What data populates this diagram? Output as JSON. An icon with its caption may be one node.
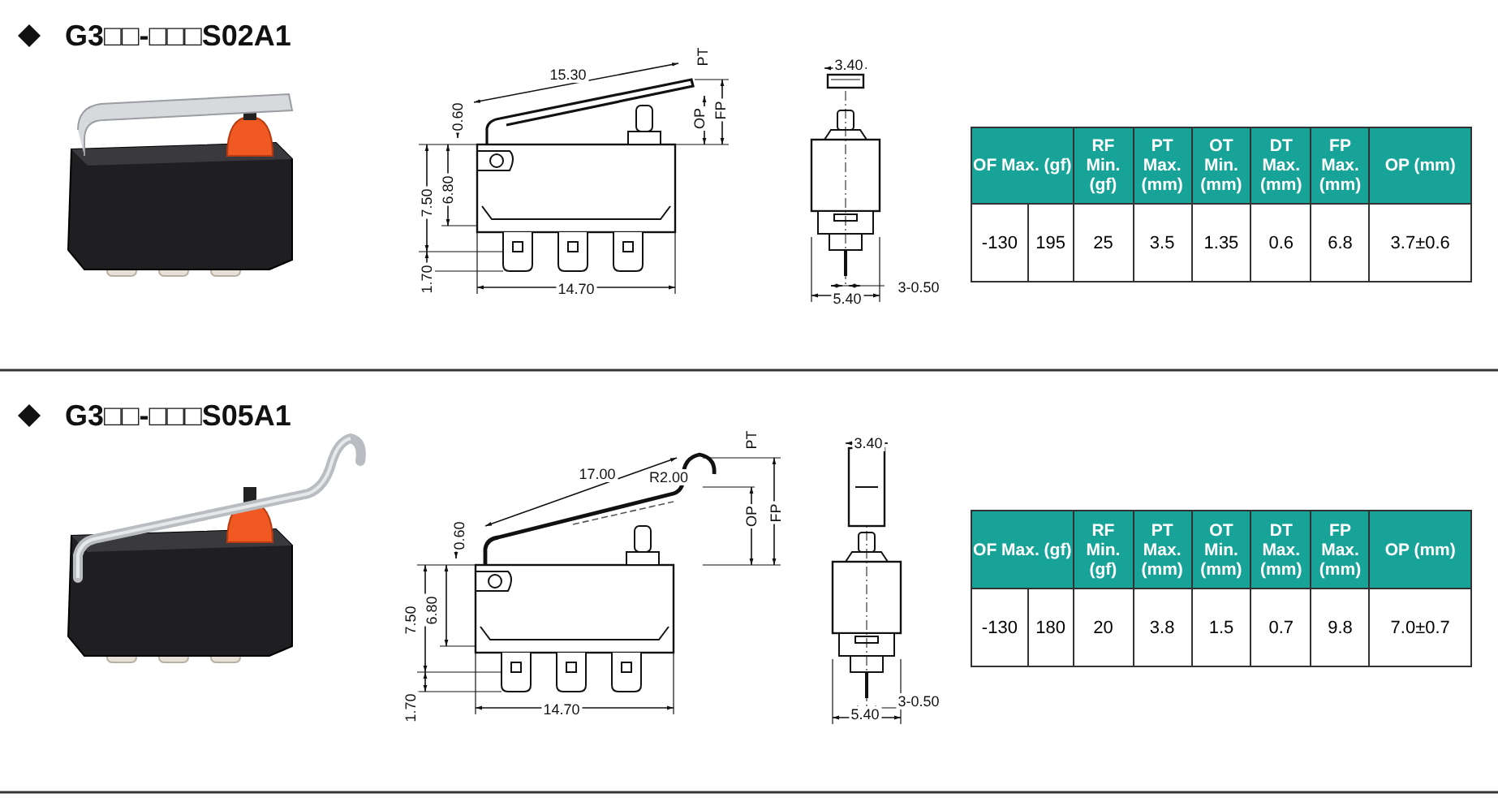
{
  "diagram": {
    "labels": [
      "G3□□-□□□S02A1",
      "15.30",
      "PT",
      "0.60",
      "OP",
      "FP",
      "7.50",
      "6.80",
      "1.70",
      "14.70",
      "3.40",
      "3-0.50",
      "5.40",
      "OF Max. (gf)",
      "RF Min. (gf)",
      "PT Max. (mm)",
      "OT Min. (mm)",
      "DT Max. (mm)",
      "FP Max. (mm)",
      "OP (mm)",
      "-130",
      "195",
      "25",
      "3.5",
      "1.35",
      "0.6",
      "6.8",
      "3.7±0.6",
      "G3□□-□□□S05A1",
      "17.00",
      "R2.00",
      "PT",
      "0.60",
      "OP",
      "FP",
      "7.50",
      "6.80",
      "1.70",
      "14.70",
      "3.40",
      "3-0.50",
      "5.40",
      "OF Max. (gf)",
      "RF Min. (gf)",
      "PT Max. (mm)",
      "OT Min. (mm)",
      "DT Max. (mm)",
      "FP Max. (mm)",
      "OP (mm)",
      "-130",
      "180",
      "20",
      "3.8",
      "1.5",
      "0.7",
      "9.8",
      "7.0±0.7"
    ]
  }
}
